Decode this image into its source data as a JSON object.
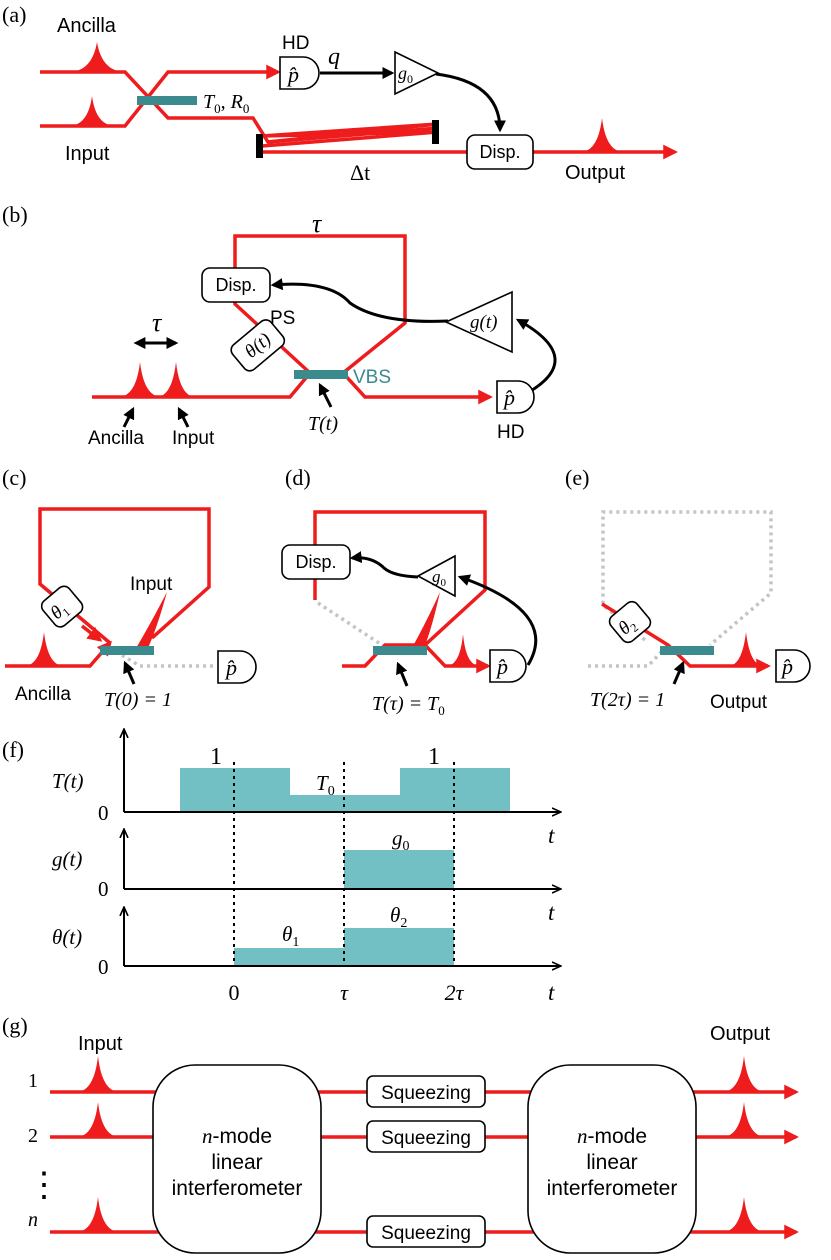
{
  "panels": [
    "(a)",
    "(b)",
    "(c)",
    "(d)",
    "(e)",
    "(f)",
    "(g)"
  ],
  "a": {
    "ancilla": "Ancilla",
    "input": "Input",
    "output": "Output",
    "hd": "HD",
    "p": "p̂",
    "q": "q",
    "g0": "g",
    "g0_sub": "0",
    "bs_T": "T",
    "bs_T_sub": "0",
    "bs_R": "R",
    "bs_R_sub": "0",
    "disp": "Disp.",
    "delta_t": "Δt"
  },
  "b": {
    "tau_top": "τ",
    "tau_pulse": "τ",
    "disp": "Disp.",
    "ps": "PS",
    "theta": "θ(t)",
    "g": "g(t)",
    "vbs": "VBS",
    "p": "p̂",
    "hd": "HD",
    "ancilla": "Ancilla",
    "input": "Input",
    "T": "T(t)"
  },
  "c": {
    "theta": "θ",
    "theta_sub": "1",
    "input": "Input",
    "ancilla": "Ancilla",
    "p": "p̂",
    "T": "T(0) = 1"
  },
  "d": {
    "disp": "Disp.",
    "g0": "g",
    "g0_sub": "0",
    "p": "p̂",
    "T": "T(τ) = T",
    "T_sub": "0"
  },
  "e": {
    "theta": "θ",
    "theta_sub": "2",
    "p": "p̂",
    "T": "T(2τ) = 1",
    "output": "Output"
  },
  "f": {
    "T_label": "T(t)",
    "g_label": "g(t)",
    "theta_label": "θ(t)",
    "zero": "0",
    "one_a": "1",
    "one_b": "1",
    "T0": "T",
    "T0_sub": "0",
    "g0": "g",
    "g0_sub": "0",
    "theta1": "θ",
    "theta1_sub": "1",
    "theta2": "θ",
    "theta2_sub": "2",
    "t": "t",
    "ticks": [
      "0",
      "τ",
      "2τ"
    ]
  },
  "g": {
    "input": "Input",
    "output": "Output",
    "modes": [
      "1",
      "2",
      "n"
    ],
    "dots": "⋮",
    "interf_line1_var": "n",
    "interf_line1_rest": "-mode",
    "interf_line2": "linear",
    "interf_line3": "interferometer",
    "squeezing": [
      "Squeezing",
      "Squeezing",
      "Squeezing"
    ]
  },
  "colors": {
    "beam": "#ee1c1c",
    "beamsplitter": "#3b8a8e",
    "timing_fill": "#72bfc4",
    "inactive_path": "#c4c4c4"
  }
}
